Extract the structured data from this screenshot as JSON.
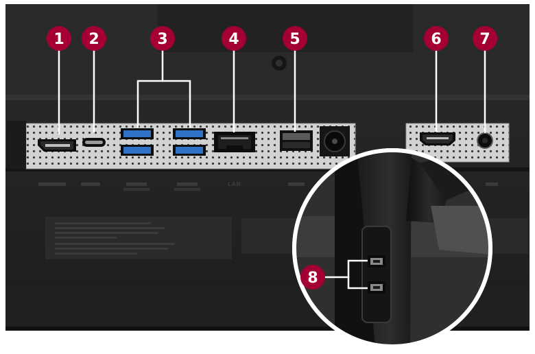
{
  "colors": {
    "badge": "#a50034",
    "callout_line": "#a50034",
    "panel_metal": "#cfcfcf",
    "usb_blue": "#2f73c9",
    "housing": "#262626",
    "background": "#ffffff"
  },
  "badges": [
    {
      "number": "1",
      "target": "displayport"
    },
    {
      "number": "2",
      "target": "usb-c"
    },
    {
      "number": "3",
      "target": "usb-a-pair"
    },
    {
      "number": "4",
      "target": "lan"
    },
    {
      "number": "5",
      "target": "sfp"
    },
    {
      "number": "6",
      "target": "hdmi"
    },
    {
      "number": "7",
      "target": "headphone"
    },
    {
      "number": "8",
      "target": "side-usb-pair"
    }
  ],
  "port_labels": {
    "lan": "LAN"
  },
  "icons": {
    "displayport": "displayport-port-icon",
    "usb_c": "usb-c-port-icon",
    "usb_a": "usb-a-port-icon",
    "lan": "rj45-port-icon",
    "sfp": "sfp-port-icon",
    "dc": "dc-power-jack-icon",
    "hdmi": "hdmi-port-icon",
    "audio": "headphone-jack-icon"
  }
}
